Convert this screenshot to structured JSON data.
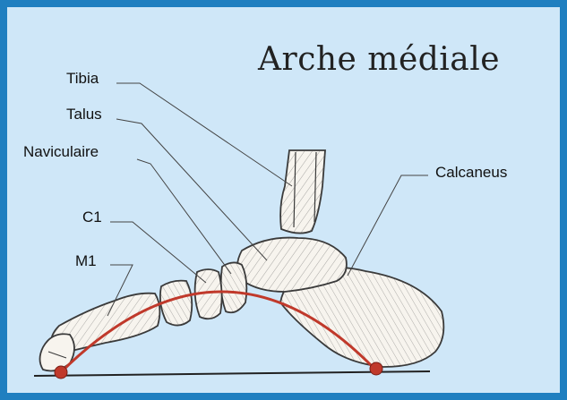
{
  "title": "Arche médiale",
  "labels": {
    "tibia": "Tibia",
    "talus": "Talus",
    "naviculaire": "Naviculaire",
    "c1": "C1",
    "m1": "M1",
    "calcaneus": "Calcaneus"
  },
  "colors": {
    "border": "#1f7fc0",
    "background": "#cfe7f8",
    "arch": "#c0392b",
    "bone_fill": "#f7f4ee",
    "bone_stroke": "#3a3a3a"
  }
}
